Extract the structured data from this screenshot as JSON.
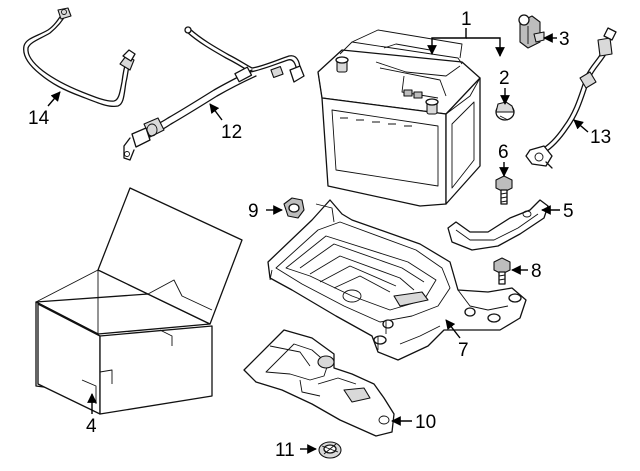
{
  "callouts": {
    "c1": "1",
    "c2": "2",
    "c3": "3",
    "c4": "4",
    "c5": "5",
    "c6": "6",
    "c7": "7",
    "c8": "8",
    "c9": "9",
    "c10": "10",
    "c11": "11",
    "c12": "12",
    "c13": "13",
    "c14": "14"
  },
  "parts": [
    "battery",
    "terminal-cover-plug",
    "terminal-clip",
    "insulator-box",
    "hold-down-clamp",
    "bolt",
    "battery-tray",
    "bolt",
    "nut",
    "tray-cover",
    "push-nut",
    "positive-cable",
    "sensor-cable",
    "ground-cable"
  ]
}
